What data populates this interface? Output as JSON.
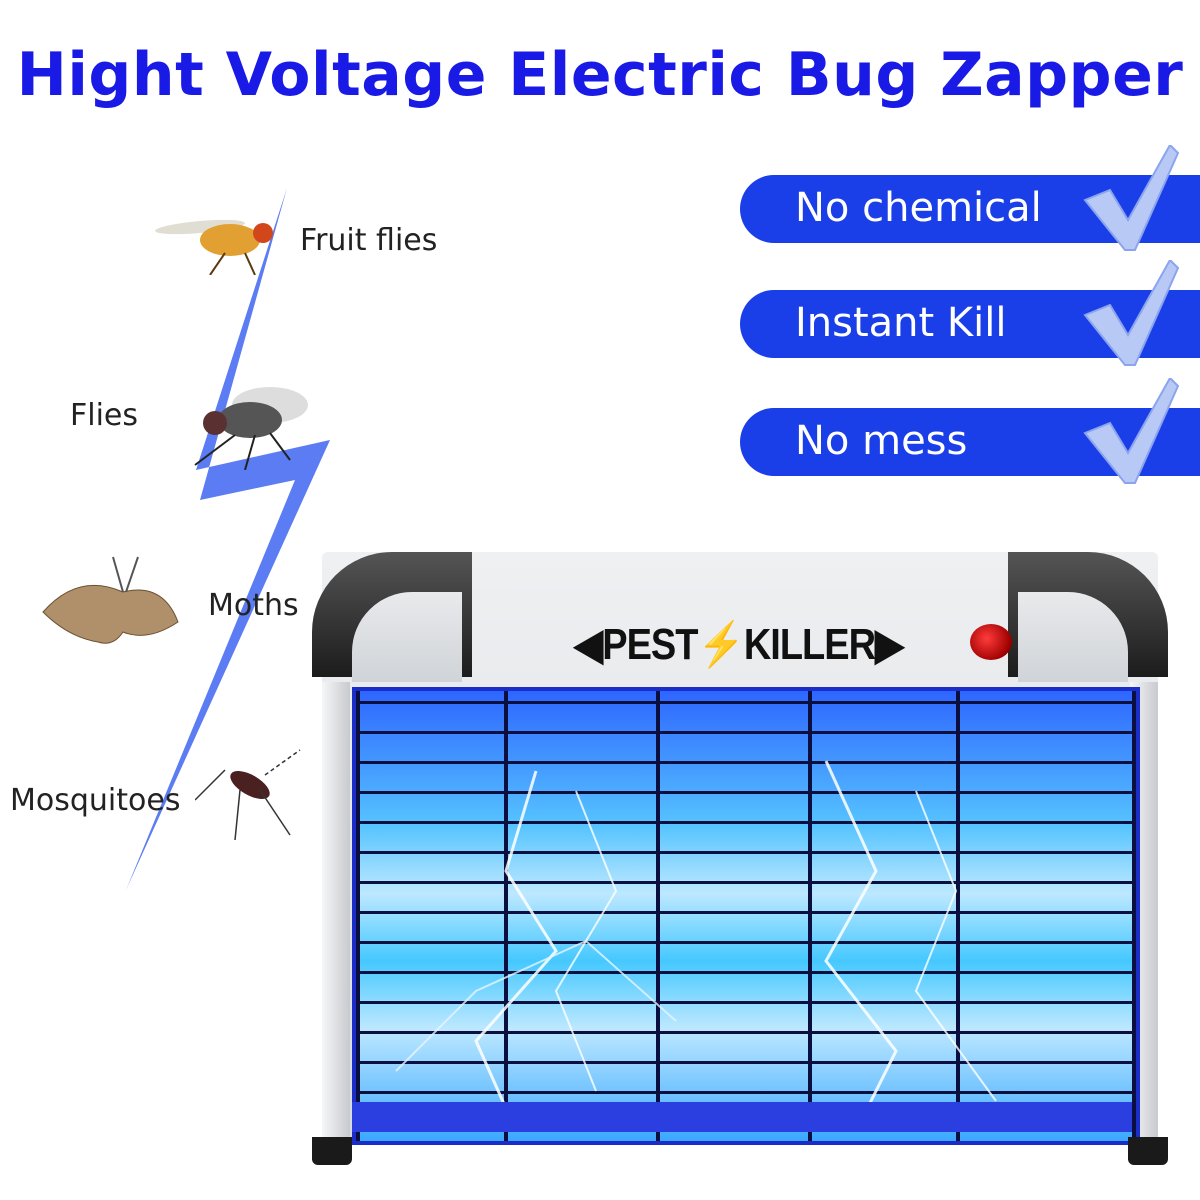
{
  "title": "Hight Voltage Electric Bug Zapper",
  "features": [
    {
      "label": "No chemical",
      "icon": "checkmark-icon"
    },
    {
      "label": "Instant Kill",
      "icon": "checkmark-icon"
    },
    {
      "label": "No mess",
      "icon": "checkmark-icon"
    }
  ],
  "bugs": [
    {
      "label": "Fruit flies"
    },
    {
      "label": "Flies"
    },
    {
      "label": "Moths"
    },
    {
      "label": "Mosquitoes"
    }
  ],
  "product": {
    "brand_left": "PEST",
    "brand_right": "KILLER"
  },
  "colors": {
    "title": "#1a1ae6",
    "pill": "#1a3fe8",
    "bolt": "#5b7cf2"
  }
}
